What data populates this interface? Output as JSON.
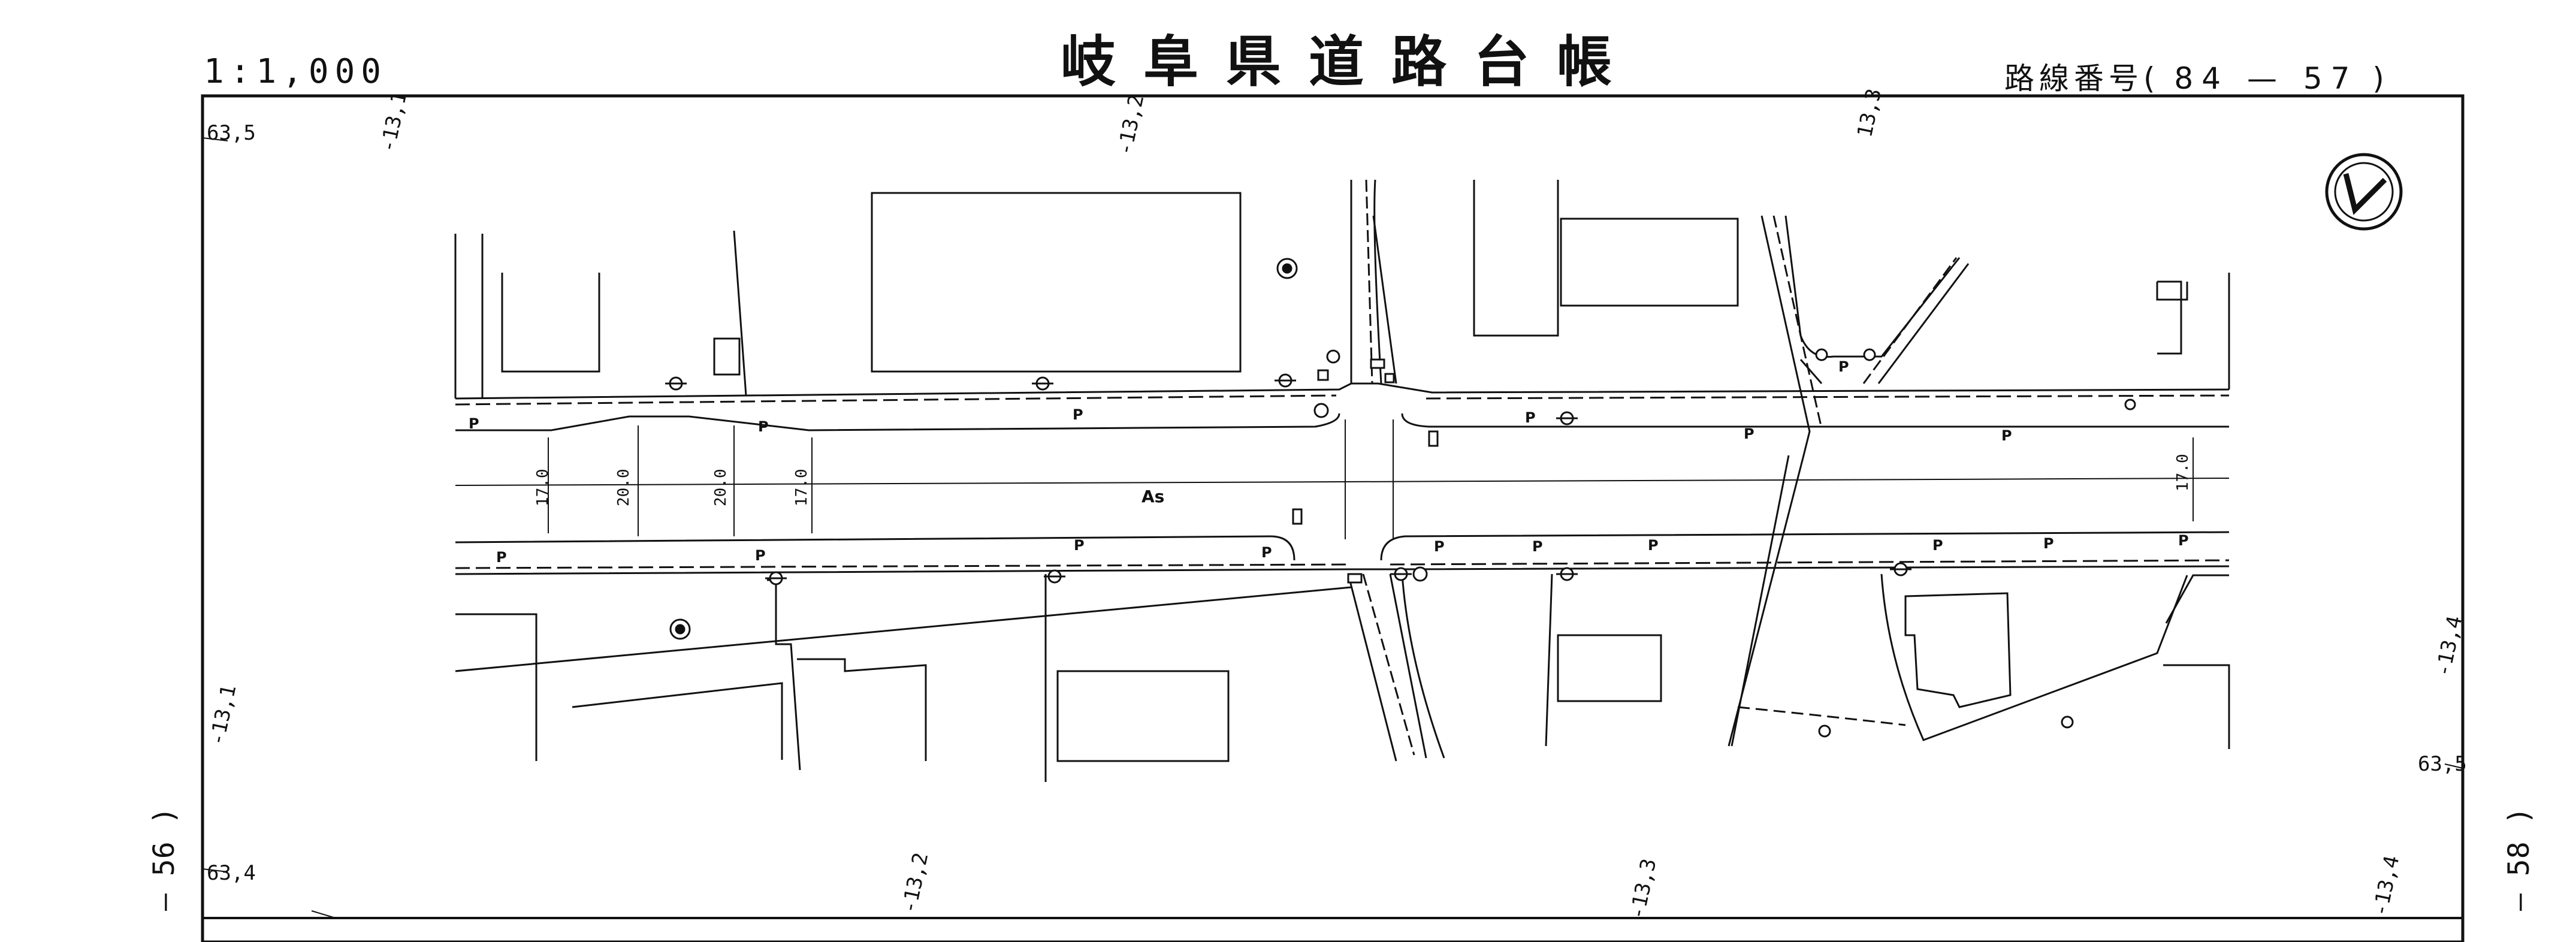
{
  "header": {
    "scale": "1:1,000",
    "title": "岐阜県道路台帳",
    "route_label": "路線番号(",
    "route_number": "84 — 57",
    "route_close": ")"
  },
  "sheet_refs": {
    "left": "— 56 )",
    "right": "— 58 )"
  },
  "elevations": {
    "top_left": "63,5",
    "top_1": "-13,1",
    "top_2": "-13,2",
    "top_3": "13,3",
    "left_mid": "-13,1",
    "bottom_left": "63,4",
    "bottom_1": "-13,2",
    "bottom_2": "-13,3",
    "bottom_3": "-13,4",
    "right_mid": "-13,4",
    "right_low": "63,5"
  },
  "road": {
    "surface": "As",
    "widths": [
      "17.0",
      "20.0",
      "20.0",
      "17.0",
      "17.0"
    ],
    "parking_label": "P"
  },
  "icons": {
    "north_arrow": "north-arrow-icon",
    "utility": "utility-marker-icon",
    "light": "street-light-icon",
    "signal": "traffic-signal-icon"
  }
}
